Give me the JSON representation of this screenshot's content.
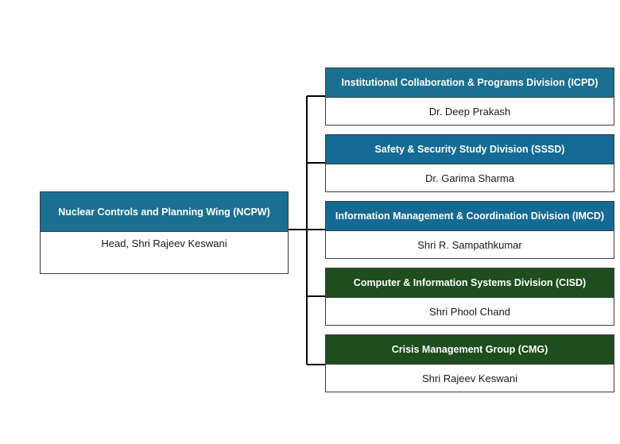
{
  "colors": {
    "teal": "#1a7091",
    "green": "#1e4d1e",
    "line": "#000000"
  },
  "root": {
    "title": "Nuclear Controls and Planning Wing (NCPW)",
    "head_person": "Head, Shri Rajeev Keswani",
    "color": "#1a7091"
  },
  "divisions": [
    {
      "title": "Institutional Collaboration & Programs Division (ICPD)",
      "person": "Dr. Deep Prakash",
      "color": "#1a7091"
    },
    {
      "title": "Safety & Security Study Division (SSSD)",
      "person": "Dr. Garima Sharma",
      "color": "#146a94"
    },
    {
      "title": "Information Management & Coordination Division (IMCD)",
      "person": "Shri R. Sampathkumar",
      "color": "#146a94"
    },
    {
      "title": "Computer & Information Systems Division (CISD)",
      "person": "Shri Phool Chand",
      "color": "#1e4d1e"
    },
    {
      "title": "Crisis Management Group (CMG)",
      "person": "Shri Rajeev Keswani",
      "color": "#1e4d1e"
    }
  ]
}
